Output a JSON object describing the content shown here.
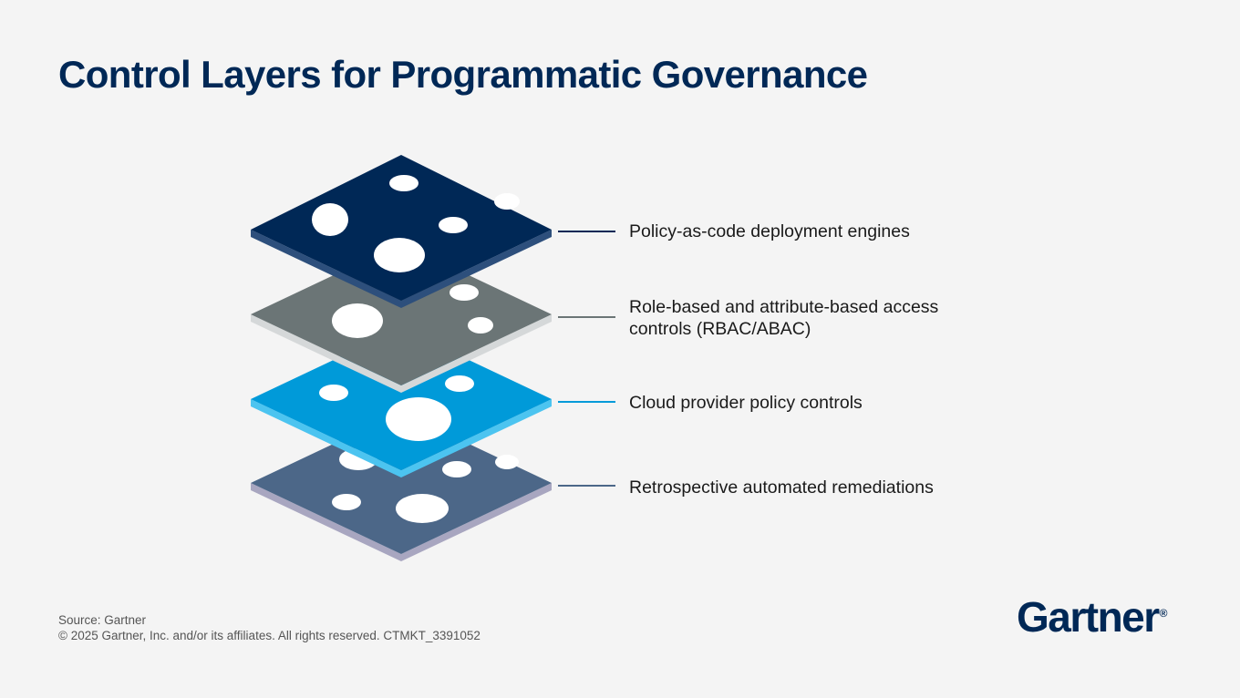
{
  "title": "Control Layers for Programmatic Governance",
  "layers": [
    {
      "label_lines": [
        "Policy-as-code deployment engines"
      ],
      "top_color": "#002856",
      "side_color": "#2d4f7c",
      "line_color": "#002856"
    },
    {
      "label_lines": [
        "Role-based and attribute-based access",
        "controls (RBAC/ABAC)"
      ],
      "top_color": "#6b7576",
      "side_color": "#d5d8d9",
      "line_color": "#6b7576"
    },
    {
      "label_lines": [
        "Cloud provider policy controls"
      ],
      "top_color": "#009ad9",
      "side_color": "#4cc4f0",
      "line_color": "#009ad9"
    },
    {
      "label_lines": [
        "Retrospective automated remediations"
      ],
      "top_color": "#4c6788",
      "side_color": "#a8a6c0",
      "line_color": "#4c6788"
    }
  ],
  "footer": {
    "source": "Source: Gartner",
    "copyright": "© 2025 Gartner, Inc. and/or its affiliates. All rights reserved. CTMKT_3391052"
  },
  "logo": {
    "text": "Gartner",
    "mark": "®"
  }
}
